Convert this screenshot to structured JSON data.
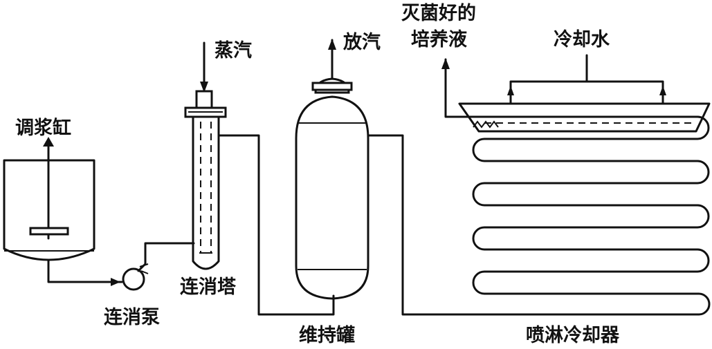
{
  "labels": {
    "slurry_tank": "调浆缸",
    "continuous_pump": "连消泵",
    "continuous_tower": "连消塔",
    "steam_in": "蒸汽",
    "vent": "放汽",
    "holding_tank": "维持罐",
    "sterile_medium_line1": "灭菌好的",
    "sterile_medium_line2": "培养液",
    "cooling_water": "冷却水",
    "spray_cooler": "喷淋冷却器"
  }
}
